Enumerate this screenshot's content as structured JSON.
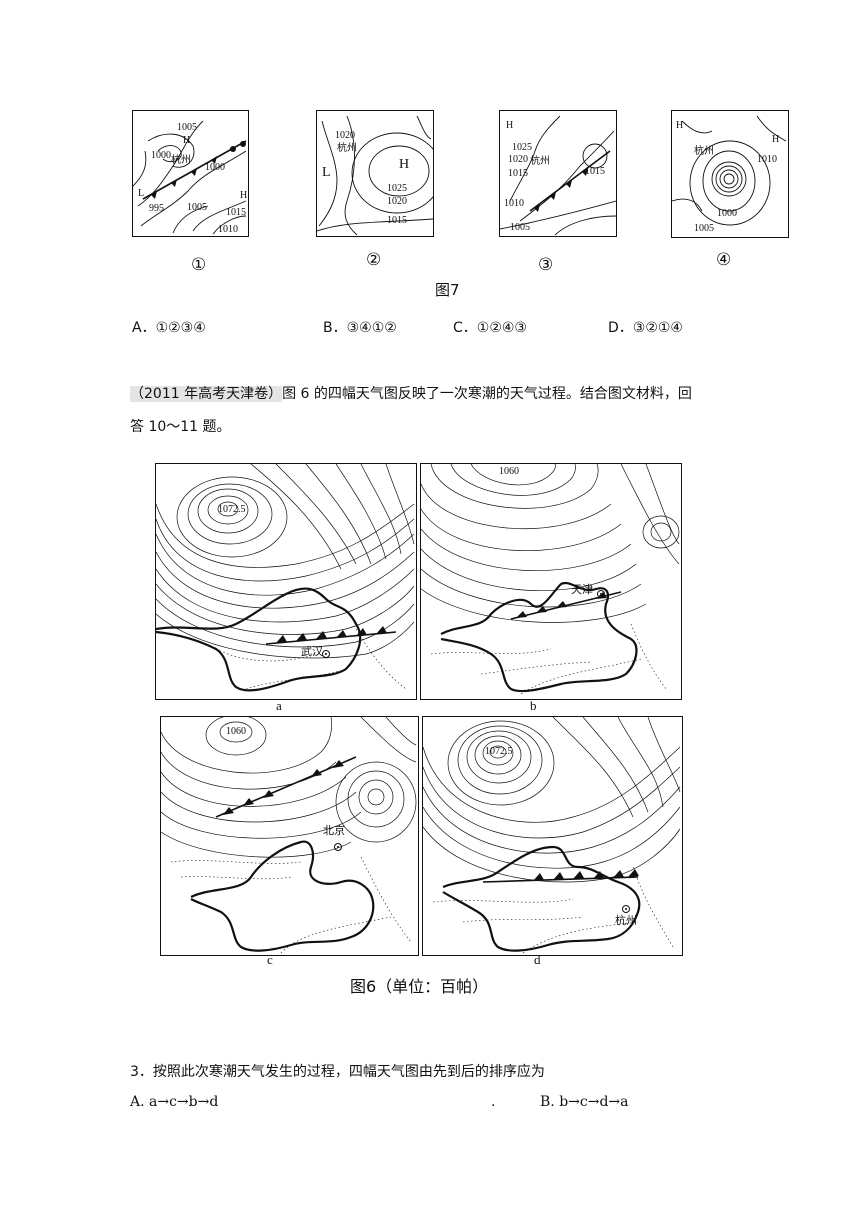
{
  "figure7": {
    "panels": [
      {
        "num": "①",
        "labels": {
          "p1": "1005",
          "p2": "H",
          "p3": "1000",
          "p4": "杭州",
          "p5": "1000",
          "p6": "L",
          "p7": "995",
          "p8": "1005",
          "p9": "H",
          "p10": "1015",
          "p11": "1010"
        }
      },
      {
        "num": "②",
        "labels": {
          "p1": "1020",
          "p2": "杭州",
          "p3": "L",
          "p4": "H",
          "p5": "1025",
          "p6": "1020",
          "p7": "1015"
        }
      },
      {
        "num": "③",
        "labels": {
          "p1": "H",
          "p2": "1025",
          "p3": "1020",
          "p4": "杭州",
          "p5": "1015",
          "p6": "1015",
          "p7": "1010",
          "p8": "1005"
        }
      },
      {
        "num": "④",
        "labels": {
          "p1": "H",
          "p2": "杭州",
          "p3": "1010",
          "p4": "H",
          "p5": "1000",
          "p6": "1005"
        }
      }
    ],
    "caption": "图7",
    "options": [
      "A．①②③④",
      "B．③④①②",
      "C．①②④③",
      "D．③②①④"
    ]
  },
  "intro": {
    "source": "（2011 年高考天津卷）",
    "line1": "图 6 的四幅天气图反映了一次寒潮的天气过程。结合图文材料，回",
    "line2": "答 10～11 题。"
  },
  "figure6": {
    "panels": [
      {
        "letter": "a",
        "center": "1072.5",
        "city": "武汉"
      },
      {
        "letter": "b",
        "center": "1060",
        "city": "天津"
      },
      {
        "letter": "c",
        "center": "1060",
        "city": "北京"
      },
      {
        "letter": "d",
        "center": "1072.5",
        "city": "杭州"
      }
    ],
    "caption": "图6（单位：百帕）"
  },
  "question": {
    "stem": "3．按照此次寒潮天气发生的过程，四幅天气图由先到后的排序应为",
    "optA": "A. a→c→b→d",
    "dot": ".",
    "optB": "B. b→c→d→a"
  }
}
